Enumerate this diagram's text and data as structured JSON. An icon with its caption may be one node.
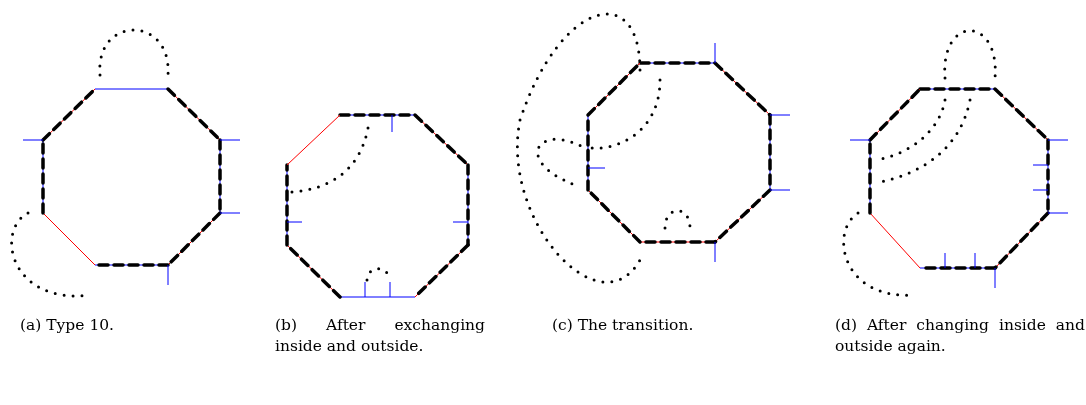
{
  "diagram": {
    "labels": [
      "(a) Type 10.",
      "(b) After exchanging inside and outside.",
      "(c) The transition.",
      "(d) After changing inside and outside again."
    ]
  }
}
